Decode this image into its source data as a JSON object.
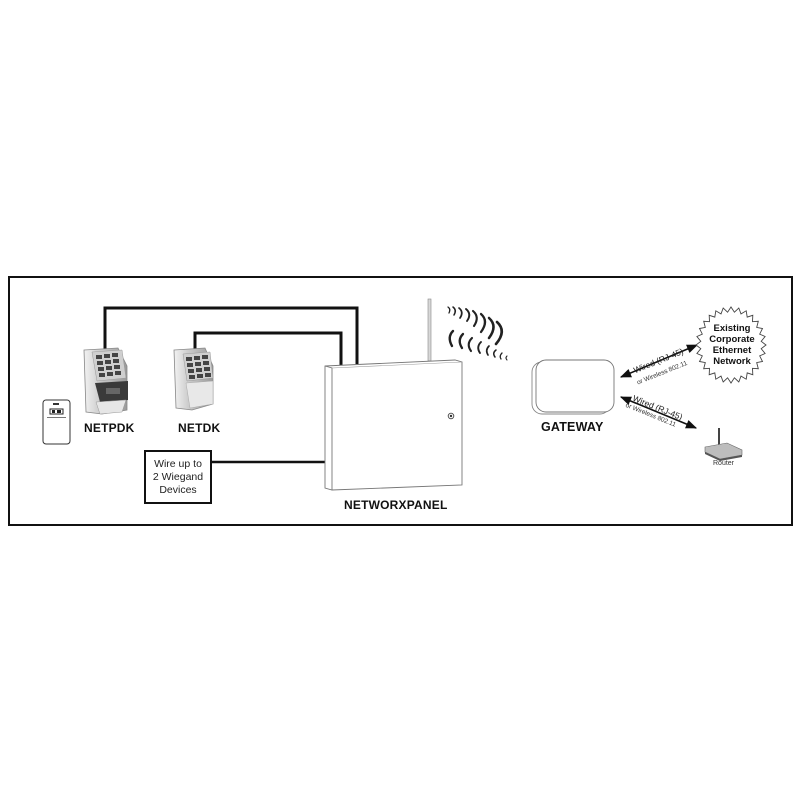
{
  "diagram": {
    "type": "network-topology",
    "nodes": {
      "card": {
        "label": "",
        "icon": "proximity-card-icon"
      },
      "netpdk": {
        "label": "NETPDK",
        "icon": "keypad-prox-reader-icon"
      },
      "netdk": {
        "label": "NETDK",
        "icon": "keypad-icon"
      },
      "wiegand_box": {
        "lines": [
          "Wire up to",
          "2 Wiegand",
          "Devices"
        ]
      },
      "panel": {
        "label": "NETWORXPANEL",
        "icon": "enclosure-panel-icon"
      },
      "gateway": {
        "label": "GATEWAY",
        "icon": "gateway-icon"
      },
      "corporate_network": {
        "lines": [
          "Existing",
          "Corporate",
          "Ethernet",
          "Network"
        ],
        "icon": "starburst-icon"
      },
      "router": {
        "label": "Router",
        "icon": "router-icon"
      }
    },
    "links": [
      {
        "from": "netpdk",
        "to": "panel",
        "type": "wire"
      },
      {
        "from": "netdk",
        "to": "panel",
        "type": "wire"
      },
      {
        "from": "wiegand_box",
        "to": "panel",
        "type": "wire"
      },
      {
        "from": "panel",
        "to": "gateway",
        "type": "wireless"
      },
      {
        "from": "gateway",
        "to": "corporate_network",
        "type": "bidirectional",
        "label": "Wired (RJ-45)",
        "sublabel": "or Wireless 802.11"
      },
      {
        "from": "gateway",
        "to": "router",
        "type": "bidirectional",
        "label": "Wired (RJ-45)",
        "sublabel": "or Wireless 802.11"
      }
    ],
    "colors": {
      "line": "#111111",
      "background": "#ffffff",
      "device_metal": "#c8c8c8",
      "device_dark": "#3a3a3a"
    }
  }
}
